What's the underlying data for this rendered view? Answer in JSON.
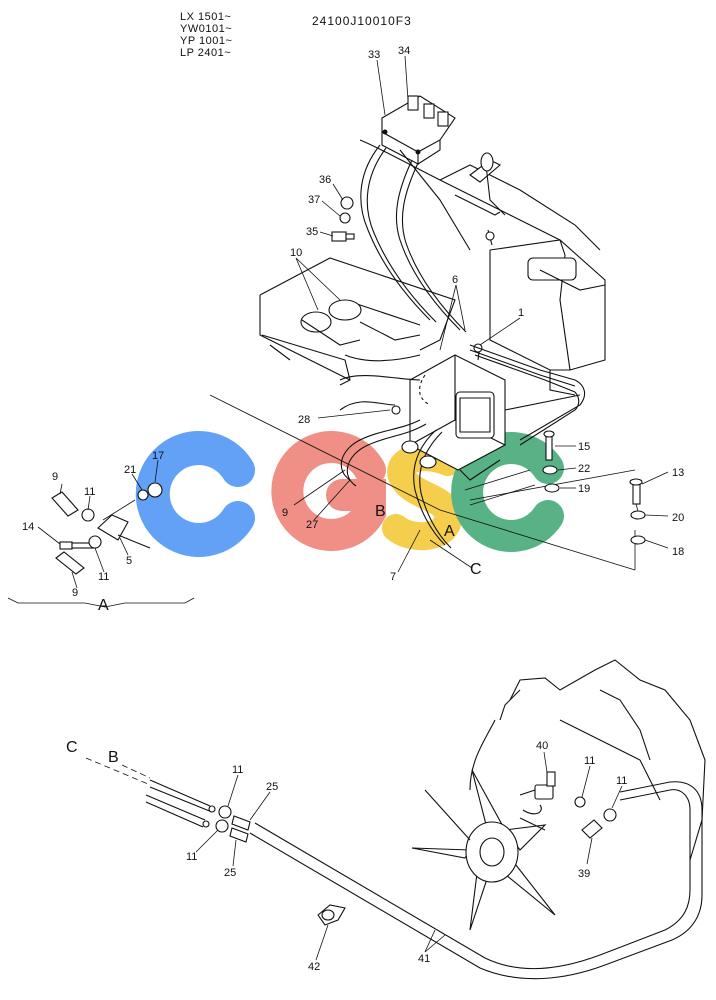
{
  "header": {
    "serials": [
      "LX 1501~",
      "YW0101~",
      "YP 1001~",
      "LP 2401~"
    ],
    "part_code": "24100J10010F3"
  },
  "callouts": {
    "c1": "1",
    "c5": "5",
    "c6": "6",
    "c7": "7",
    "c9a": "9",
    "c9b": "9",
    "c9c": "9",
    "c10": "10",
    "c11a": "11",
    "c11b": "11",
    "c11c": "11",
    "c11d": "11",
    "c11e": "11",
    "c11f": "11",
    "c13": "13",
    "c14": "14",
    "c15": "15",
    "c17": "17",
    "c18": "18",
    "c19": "19",
    "c20": "20",
    "c21": "21",
    "c22": "22",
    "c25a": "25",
    "c25b": "25",
    "c27": "27",
    "c28": "28",
    "c33": "33",
    "c34": "34",
    "c35": "35",
    "c36": "36",
    "c37": "37",
    "c39": "39",
    "c40": "40",
    "c41": "41",
    "c42": "42"
  },
  "letters": {
    "A1": "A",
    "B1": "B",
    "C1": "C",
    "A_section": "A",
    "C2": "C",
    "B2": "B"
  },
  "watermark": {
    "text": "CGSC",
    "colors": [
      "#5a9df5",
      "#f08a80",
      "#f6cc45",
      "#4fae7f"
    ]
  }
}
